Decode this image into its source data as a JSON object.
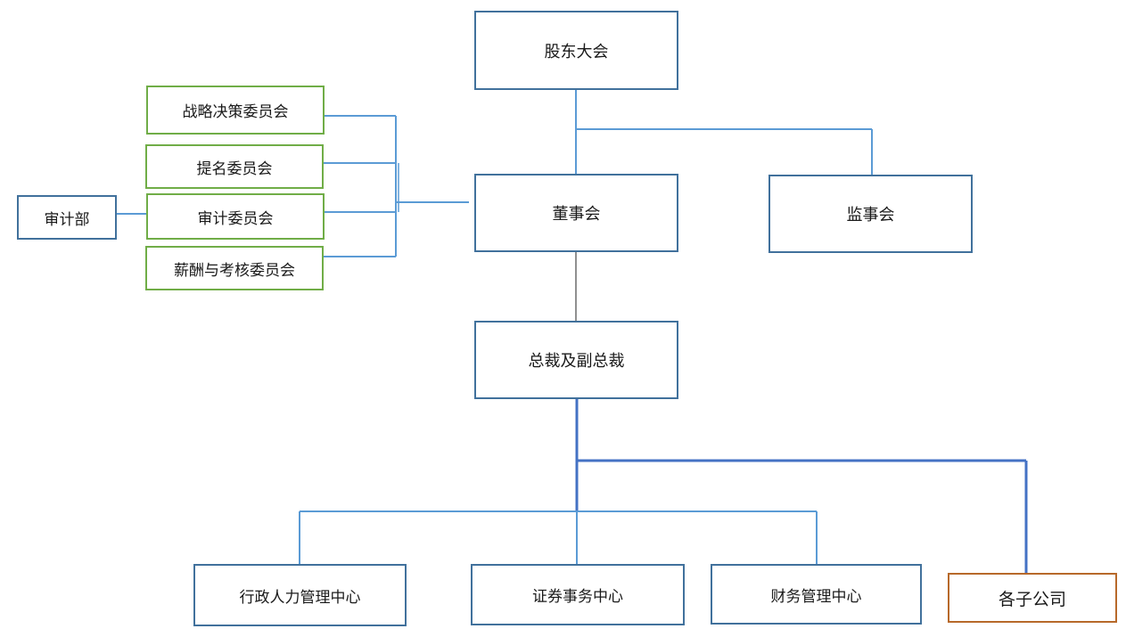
{
  "colors": {
    "primary_border": "#41719c",
    "line_blue": "#5b9bd5",
    "line_dark_blue": "#4472c4",
    "committee_border": "#70ad47",
    "subsidiary_border": "#b7692a",
    "line_black": "#222222"
  },
  "org_chart": {
    "shareholders_meeting": "股东大会",
    "board_of_directors": "董事会",
    "board_of_supervisors": "监事会",
    "president_and_vice_presidents": "总裁及副总裁",
    "committees": {
      "strategy": "战略决策委员会",
      "nomination": "提名委员会",
      "audit": "审计委员会",
      "compensation": "薪酬与考核委员会"
    },
    "audit_department": "审计部",
    "departments": {
      "admin_hr": "行政人力管理中心",
      "securities": "证券事务中心",
      "finance": "财务管理中心",
      "subsidiaries": "各子公司"
    }
  }
}
